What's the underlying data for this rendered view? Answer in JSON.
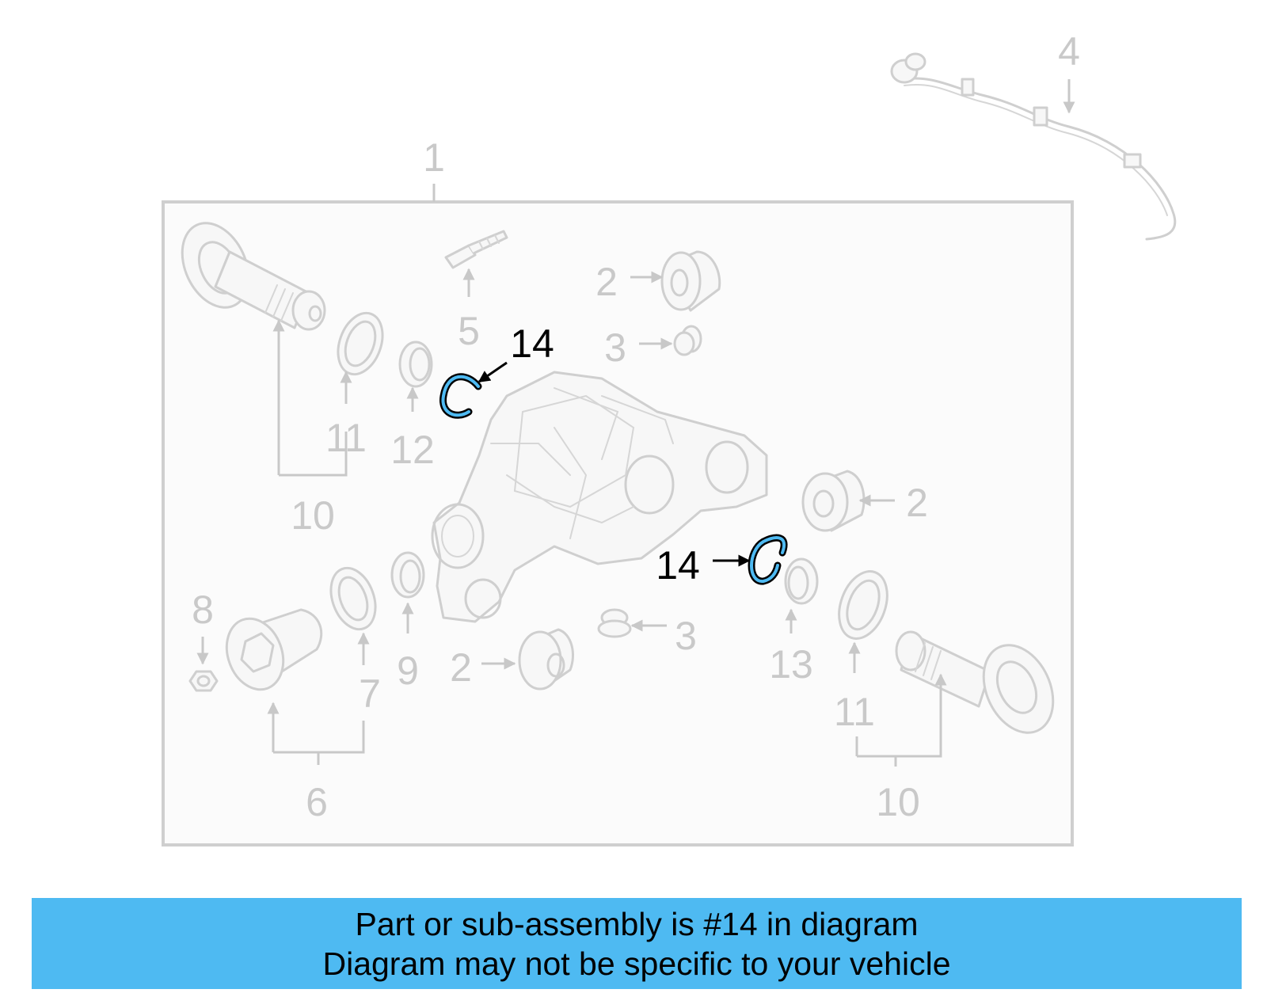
{
  "diagram": {
    "highlight_color": "#4ebaf2",
    "callouts": {
      "c1": "1",
      "c2a": "2",
      "c2b": "2",
      "c2c": "2",
      "c3a": "3",
      "c3b": "3",
      "c4": "4",
      "c5": "5",
      "c6": "6",
      "c7": "7",
      "c8": "8",
      "c9": "9",
      "c10a": "10",
      "c10b": "10",
      "c11a": "11",
      "c11b": "11",
      "c12": "12",
      "c13": "13",
      "c14a": "14",
      "c14b": "14"
    },
    "highlighted_part": "14"
  },
  "banner": {
    "line1": "Part or sub-assembly is #14 in diagram",
    "line2": "Diagram may not be specific to your vehicle",
    "background": "#4ebaf2"
  }
}
